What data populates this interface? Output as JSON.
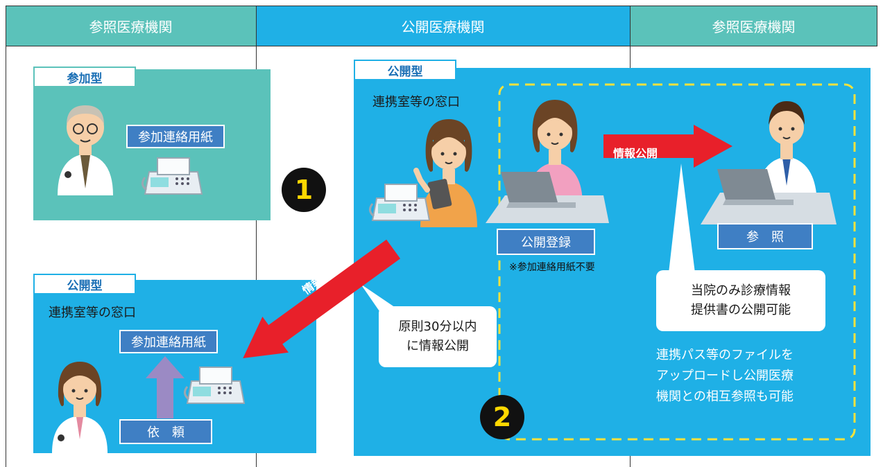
{
  "headers": {
    "left": "参照医療機関",
    "center": "公開医療機関",
    "right": "参照医療機関"
  },
  "panel_participation": {
    "tag": "参加型",
    "form_label": "参加連絡用紙"
  },
  "panel_public_left": {
    "tag": "公開型",
    "window_text": "連携室等の窓口",
    "form_label": "参加連絡用紙",
    "request_label": "依　頼"
  },
  "panel_public_center": {
    "tag": "公開型",
    "window_text": "連携室等の窓口",
    "register_label": "公開登録",
    "note": "※参加連絡用紙不要",
    "bubble_lines": [
      "原則30分以内",
      "に情報公開"
    ]
  },
  "panel_right": {
    "view_label": "参　照",
    "bubble_lines": [
      "当院のみ診療情報",
      "提供書の公開可能"
    ],
    "description_lines": [
      "連携パス等のファイルを",
      "アップロードし公開医療",
      "機関との相互参照も可能"
    ]
  },
  "arrows": {
    "to_right": "情報公開",
    "to_left": "情報公開"
  },
  "badges": {
    "one": "1",
    "two": "2"
  },
  "colors": {
    "teal": "#5bc2ba",
    "sky": "#1fb0e6",
    "blue_box": "#3f7fc4",
    "red_arrow": "#e8202a",
    "yellow_dash": "#f5e23c",
    "purple_arrow": "#9b8ac4"
  }
}
